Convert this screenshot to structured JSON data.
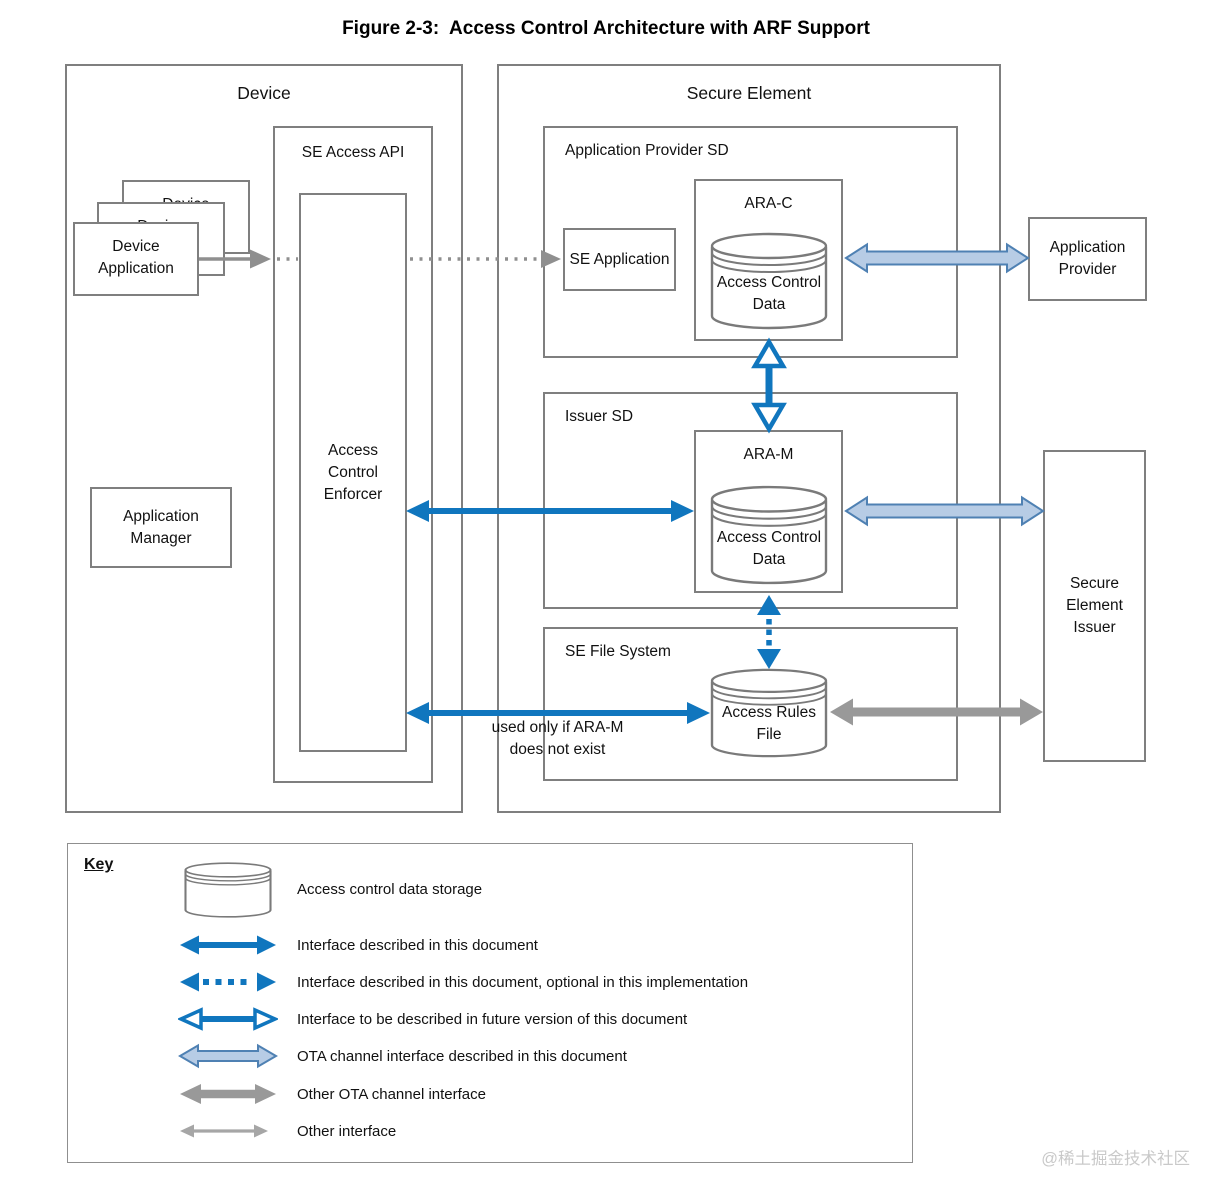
{
  "title": "Figure 2-3:  Access Control Architecture with ARF Support",
  "watermark": "@稀土掘金技术社区",
  "device": {
    "label": "Device",
    "se_access_api": "SE Access API",
    "enforcer": "Access Control Enforcer",
    "app_stack": "Device Application",
    "app_manager": "Application Manager"
  },
  "se": {
    "label": "Secure Element",
    "app_provider_sd": "Application Provider SD",
    "se_application": "SE Application",
    "ara_c": "ARA-C",
    "acd": "Access Control Data",
    "issuer_sd": "Issuer SD",
    "ara_m": "ARA-M",
    "se_file_system": "SE File System",
    "arf": "Access Rules File"
  },
  "external": {
    "application_provider": "Application Provider",
    "secure_element_issuer": "Secure Element Issuer"
  },
  "note": {
    "line1": "used only if ARA-M",
    "line2": "does not exist"
  },
  "key": {
    "title": "Key",
    "items": [
      {
        "icon": "cylinder-icon",
        "label": "Access control data storage"
      },
      {
        "icon": "arrow-solid-blue-icon",
        "label": "Interface described in this document"
      },
      {
        "icon": "arrow-dashed-blue-icon",
        "label": "Interface described in this document, optional in this implementation"
      },
      {
        "icon": "arrow-future-blue-icon",
        "label": "Interface to be described in future version of this document"
      },
      {
        "icon": "arrow-ota-icon",
        "label": "OTA channel interface described in this document"
      },
      {
        "icon": "arrow-thick-gray-icon",
        "label": "Other OTA channel interface"
      },
      {
        "icon": "arrow-thin-gray-icon",
        "label": "Other interface"
      }
    ]
  },
  "colors": {
    "interface_blue": "#1076be",
    "ota_fill": "#b7cce5",
    "ota_border": "#4f81b3",
    "other_ota_gray": "#999999",
    "other_gray": "#a6a6a6",
    "box_border_gray": "#7f7f7f"
  }
}
